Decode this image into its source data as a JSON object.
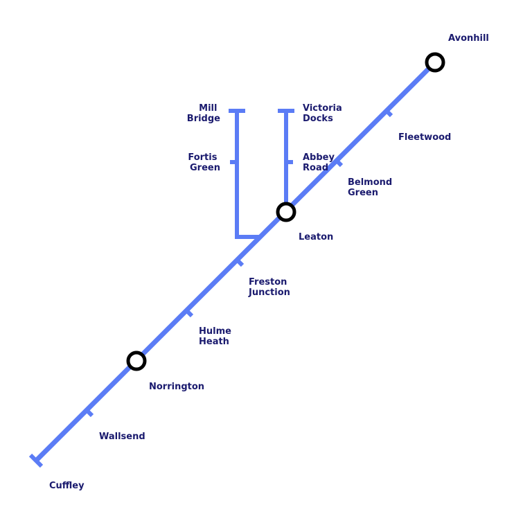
{
  "colors": {
    "line": "#5b7cf5",
    "label": "#1a1a6e",
    "interchange_stroke": "#000000",
    "background": "#ffffff"
  },
  "stations": {
    "avonhill": [
      "Avonhill"
    ],
    "fleetwood": [
      "Fleetwood"
    ],
    "belmond_green": [
      "Belmond",
      "Green"
    ],
    "leaton": [
      "Leaton"
    ],
    "freston_junction": [
      "Freston",
      "Junction"
    ],
    "hulme_heath": [
      "Hulme",
      "Heath"
    ],
    "norrington": [
      "Norrington"
    ],
    "wallsend": [
      "Wallsend"
    ],
    "cuffley": [
      "Cuffley"
    ],
    "victoria_docks": [
      "Victoria",
      "Docks"
    ],
    "abbey_road": [
      "Abbey",
      "Road"
    ],
    "mill_bridge": [
      "Mill",
      "Bridge"
    ],
    "fortis_green": [
      "Fortis",
      "Green"
    ]
  }
}
